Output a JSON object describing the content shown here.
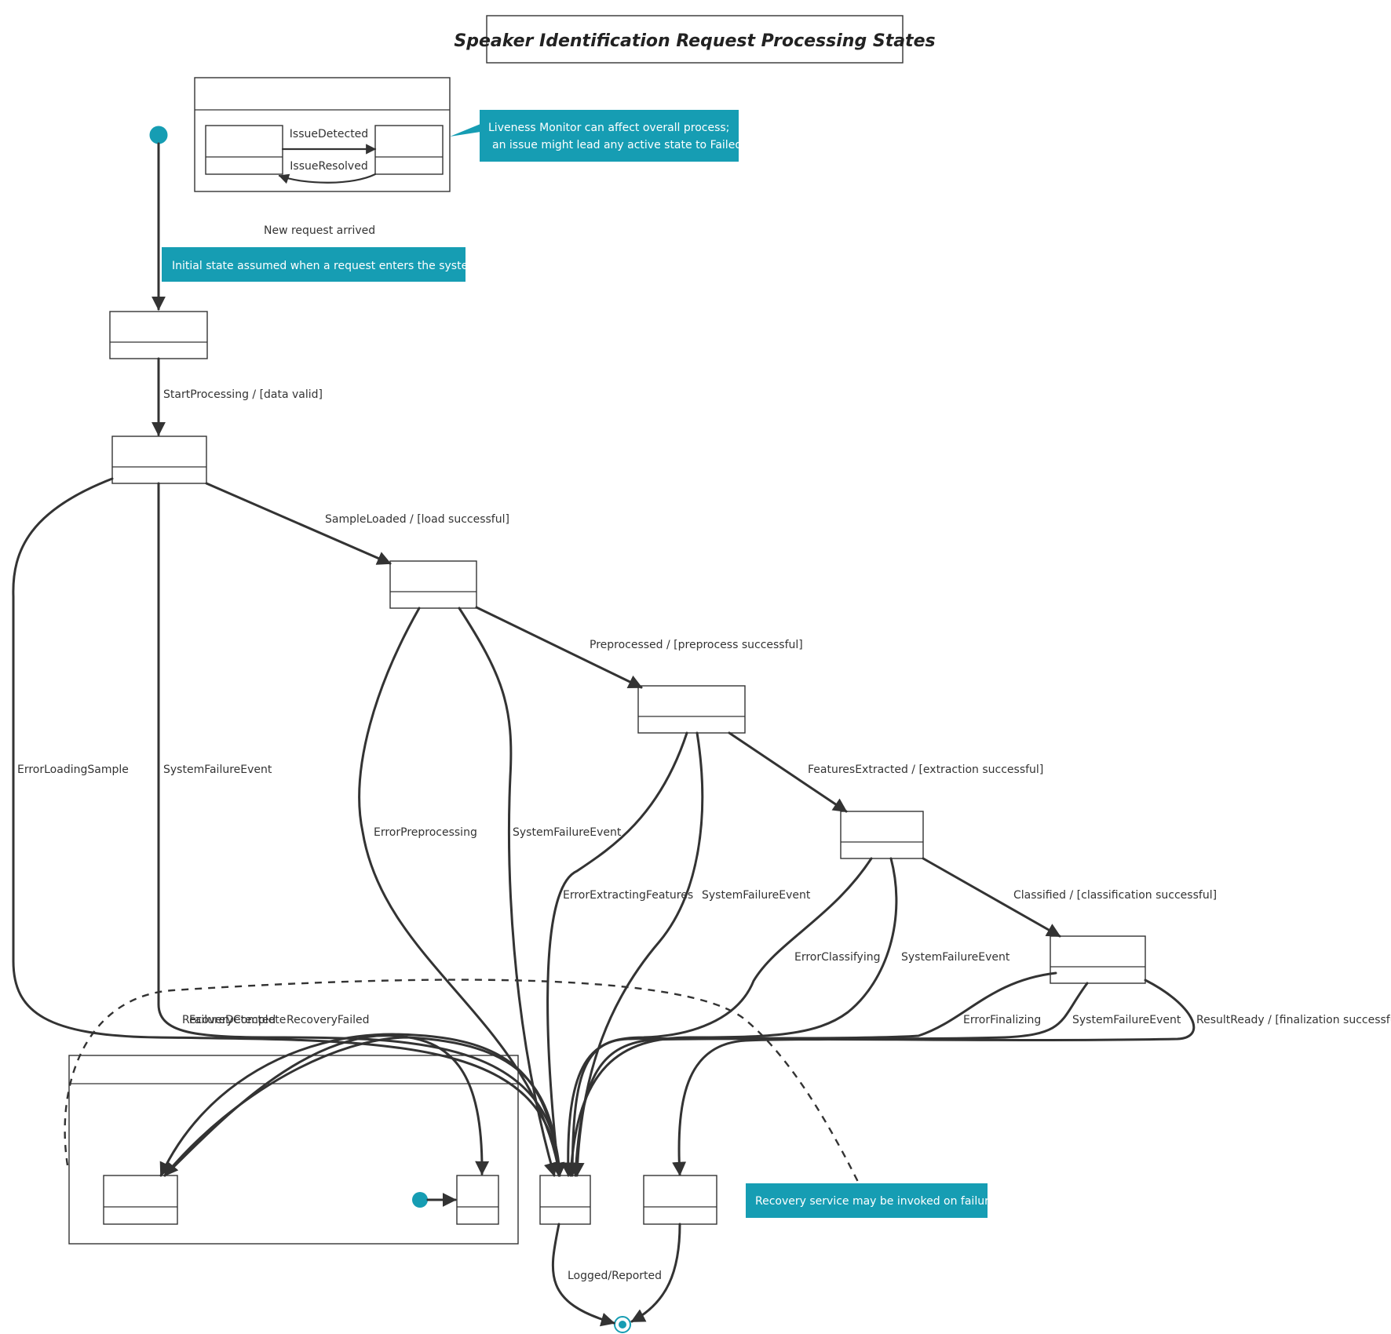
{
  "title": "Speaker Identification Request Processing States",
  "colors": {
    "note": "#169db3",
    "stroke": "#333333",
    "background": "#ffffff"
  },
  "notes": {
    "liveness_line1": "Liveness Monitor can affect overall process;",
    "liveness_line2": "an issue might lead any active state to Failed.",
    "initial": "Initial state assumed when a request enters the system.",
    "recovery": "Recovery service may be invoked on failure."
  },
  "edges": {
    "issue_detected": "IssueDetected",
    "issue_resolved": "IssueResolved",
    "new_request": "New request arrived",
    "start_processing": "StartProcessing / [data valid]",
    "sample_loaded": "SampleLoaded / [load successful]",
    "preprocessed": "Preprocessed / [preprocess successful]",
    "features_extracted": "FeaturesExtracted / [extraction successful]",
    "classified": "Classified / [classification successful]",
    "result_ready": "ResultReady / [finalization successful]",
    "error_loading_sample": "ErrorLoadingSample",
    "system_failure_1": "SystemFailureEvent",
    "error_preprocessing": "ErrorPreprocessing",
    "system_failure_2": "SystemFailureEvent",
    "error_extracting_features": "ErrorExtractingFeatures",
    "system_failure_3": "SystemFailureEvent",
    "error_classifying": "ErrorClassifying",
    "system_failure_4": "SystemFailureEvent",
    "error_finalizing": "ErrorFinalizing",
    "system_failure_5": "SystemFailureEvent",
    "recovery_complete": "RecoveryComplete",
    "failure_detected": "FailureDetected",
    "recovery_failed": "RecoveryFailed",
    "logged_reported": "Logged/Reported"
  }
}
